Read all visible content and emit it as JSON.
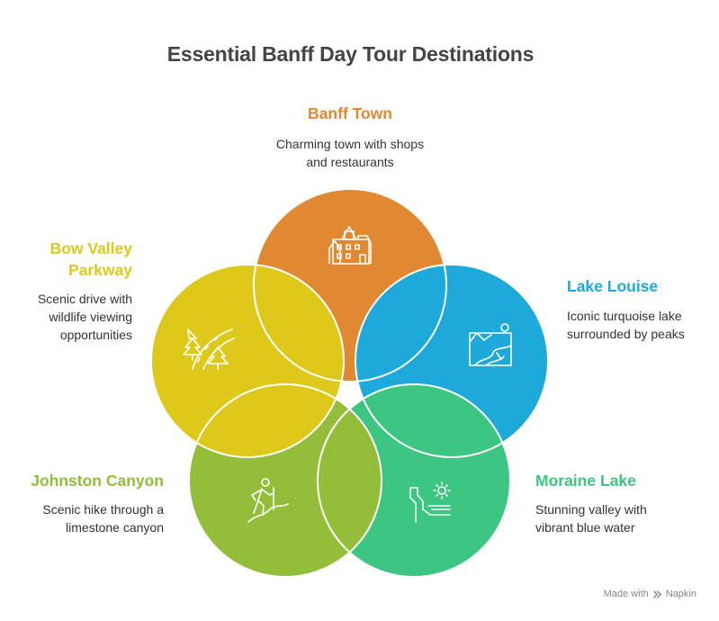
{
  "title": "Essential Banff Day Tour Destinations",
  "destinations": [
    {
      "name": "Banff Town",
      "desc_lines": [
        "Charming town with shops",
        "and restaurants"
      ],
      "color": "#E08832",
      "icon": "town-icon"
    },
    {
      "name": "Lake Louise",
      "desc_lines": [
        "Iconic turquoise lake",
        "surrounded by peaks"
      ],
      "color": "#1DA9D9",
      "icon": "lake-mountain-icon"
    },
    {
      "name": "Moraine Lake",
      "desc_lines": [
        "Stunning valley with",
        "vibrant blue water"
      ],
      "color": "#3CC681",
      "icon": "valley-sun-icon"
    },
    {
      "name": "Johnston Canyon",
      "desc_lines": [
        "Scenic hike through a",
        "limestone canyon"
      ],
      "color": "#92BE3A",
      "icon": "hiker-icon"
    },
    {
      "name": "Bow Valley Parkway",
      "name_lines": [
        "Bow Valley",
        "Parkway"
      ],
      "desc_lines": [
        "Scenic drive with",
        "wildlife viewing",
        "opportunities"
      ],
      "color": "#DEC81A",
      "icon": "road-trees-icon"
    }
  ],
  "watermark": {
    "prefix": "Made with",
    "brand": "Napkin"
  }
}
